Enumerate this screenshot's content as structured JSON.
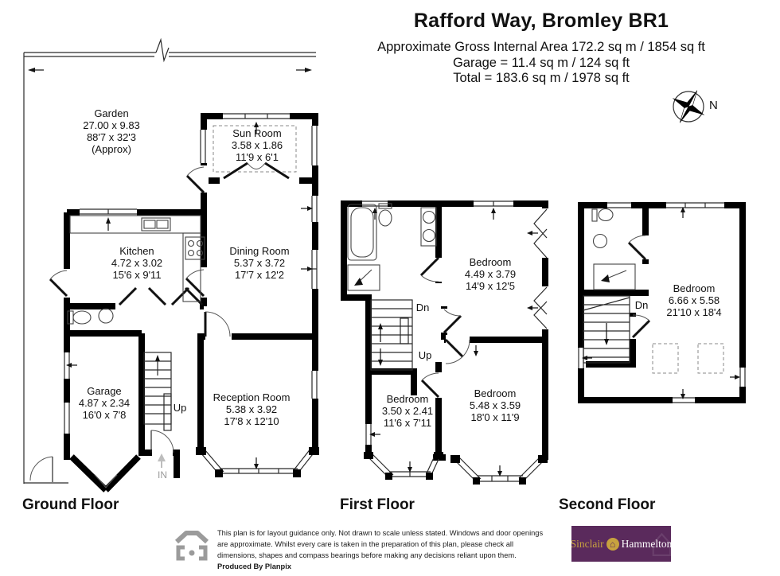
{
  "header": {
    "title": "Rafford Way, Bromley BR1",
    "area_line1": "Approximate Gross Internal Area 172.2 sq m / 1854 sq ft",
    "area_line2": "Garage = 11.4 sq m / 124 sq ft",
    "area_line3": "Total = 183.6 sq m / 1978 sq ft",
    "compass_label": "N"
  },
  "floors": {
    "ground": {
      "label": "Ground Floor"
    },
    "first": {
      "label": "First Floor"
    },
    "second": {
      "label": "Second Floor"
    }
  },
  "rooms": {
    "garden": {
      "name": "Garden",
      "dim_m": "27.00 x 9.83",
      "dim_ft": "88'7 x 32'3",
      "note": "(Approx)"
    },
    "sun_room": {
      "name": "Sun Room",
      "dim_m": "3.58 x 1.86",
      "dim_ft": "11'9 x 6'1"
    },
    "kitchen": {
      "name": "Kitchen",
      "dim_m": "4.72 x 3.02",
      "dim_ft": "15'6 x 9'11"
    },
    "dining_room": {
      "name": "Dining Room",
      "dim_m": "5.37 x 3.72",
      "dim_ft": "17'7 x 12'2"
    },
    "garage": {
      "name": "Garage",
      "dim_m": "4.87 x 2.34",
      "dim_ft": "16'0 x 7'8"
    },
    "reception_room": {
      "name": "Reception Room",
      "dim_m": "5.38 x 3.92",
      "dim_ft": "17'8 x 12'10"
    },
    "bedroom_first_main": {
      "name": "Bedroom",
      "dim_m": "4.49 x 3.79",
      "dim_ft": "14'9 x 12'5"
    },
    "bedroom_first_small": {
      "name": "Bedroom",
      "dim_m": "3.50 x 2.41",
      "dim_ft": "11'6 x 7'11"
    },
    "bedroom_first_rear": {
      "name": "Bedroom",
      "dim_m": "5.48 x 3.59",
      "dim_ft": "18'0 x 11'9"
    },
    "bedroom_second": {
      "name": "Bedroom",
      "dim_m": "6.66 x 5.58",
      "dim_ft": "21'10 x 18'4"
    }
  },
  "annotations": {
    "up_ground": "Up",
    "in_label": "IN",
    "dn_first": "Dn",
    "up_first": "Up",
    "dn_second": "Dn"
  },
  "footer": {
    "disclaimer_line1": "This plan is for layout guidance only. Not drawn to scale unless stated. Windows and door openings",
    "disclaimer_line2": "are approximate. Whilst every care is taken in the preparation of this plan, please check all",
    "disclaimer_line3": "dimensions, shapes and compass bearings before making any decisions reliant upon them.",
    "produced_by": "Produced By Planpix",
    "logo": {
      "part1": "Sinclair",
      "part2": "Hammelton",
      "bg_color": "#5a2a5c",
      "gold_color": "#c7a23f",
      "text_color": "#ffffff"
    }
  }
}
